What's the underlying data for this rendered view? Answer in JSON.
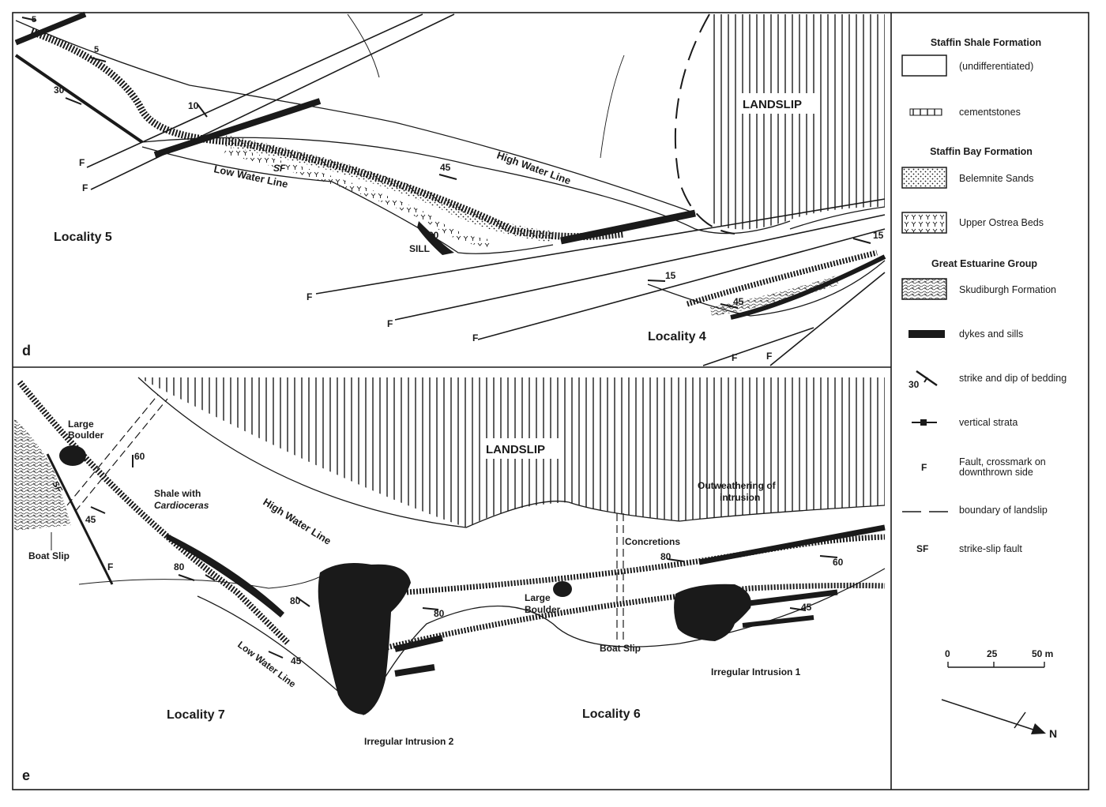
{
  "panels": {
    "d": {
      "letter": "d",
      "landslip": "LANDSLIP",
      "locality_a": "Locality 5",
      "locality_b": "Locality 4",
      "hwl": "High Water Line",
      "lwl": "Low Water Line",
      "sf": "SF",
      "sill": "SILL",
      "fault": "F",
      "dips": [
        "5",
        "5",
        "30",
        "10",
        "45",
        "30",
        "15",
        "15",
        "45"
      ]
    },
    "e": {
      "letter": "e",
      "landslip": "LANDSLIP",
      "locality_a": "Locality 7",
      "locality_b": "Locality 6",
      "hwl": "High Water Line",
      "lwl": "Low Water Line",
      "sf": "SF",
      "fault": "F",
      "large_boulder": [
        "Large",
        "Boulder"
      ],
      "shale_with": "Shale with",
      "cardioceras": "Cardioceras",
      "boat_slip": "Boat Slip",
      "concretions": "Concretions",
      "outweathering": [
        "Outweathering of",
        "intrusion"
      ],
      "intrusion_1": "Irregular Intrusion 1",
      "intrusion_2": "Irregular Intrusion 2",
      "dips": [
        "60",
        "45",
        "80",
        "80",
        "80",
        "45",
        "80",
        "60",
        "45"
      ]
    }
  },
  "legend": {
    "staffin_shale": "Staffin Shale Formation",
    "undiff": "(undifferentiated)",
    "cementstones": "cementstones",
    "staffin_bay": "Staffin Bay Formation",
    "belemnite": "Belemnite Sands",
    "ostrea": "Upper Ostrea Beds",
    "great_estuarine": "Great Estuarine Group",
    "skudiburgh": "Skudiburgh Formation",
    "dykes": "dykes and sills",
    "strike_dip": "strike and dip of bedding",
    "strike_dip_num": "30",
    "vertical": "vertical strata",
    "fault_symbol": "F",
    "fault_line1": "Fault, crossmark on",
    "fault_line2": "downthrown side",
    "landslip_boundary": "boundary of landslip",
    "sf_symbol": "SF",
    "sf_desc": "strike-slip fault",
    "scale_ticks": [
      "0",
      "25",
      "50 m"
    ],
    "north": "N"
  },
  "colors": {
    "ink": "#1a1a1a",
    "paper": "#ffffff"
  }
}
